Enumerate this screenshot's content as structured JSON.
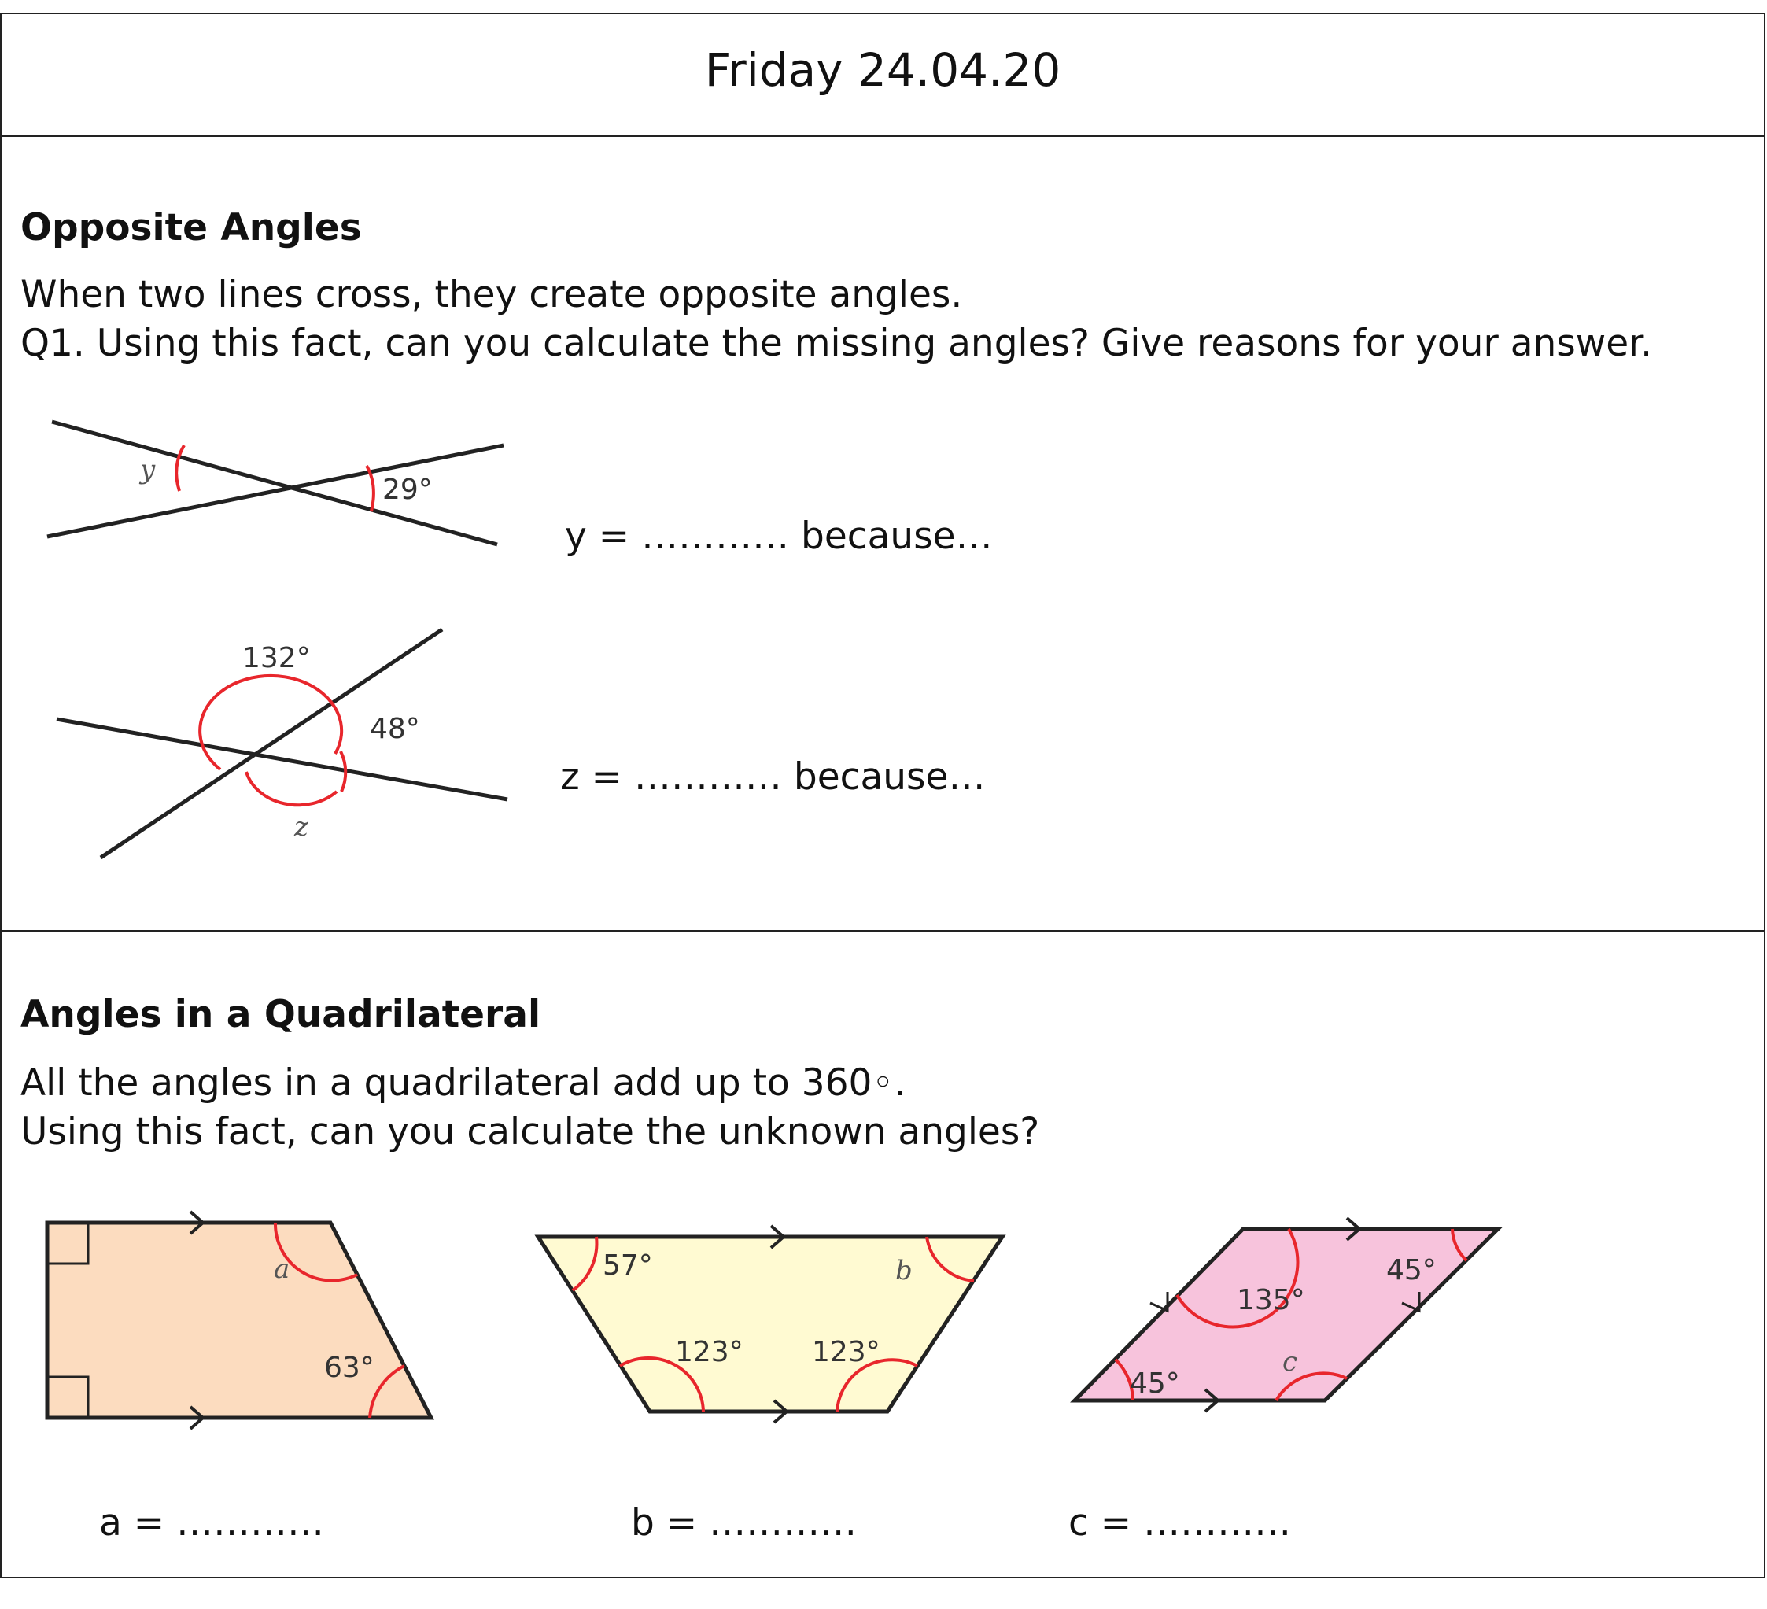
{
  "header": {
    "title": "Friday 24.04.20"
  },
  "opposite": {
    "heading": "Opposite Angles",
    "line1": "When two lines cross, they create opposite angles.",
    "line2": "Q1. Using this fact, can you calculate the missing angles?  Give reasons for your answer.",
    "fig1": {
      "var": "y",
      "angle": "29°"
    },
    "fig2": {
      "angle1": "132°",
      "angle2": "48°",
      "var": "z"
    },
    "answer_y": "y = ………… because…",
    "answer_z": "z = ………… because…"
  },
  "quad": {
    "heading": "Angles in a Quadrilateral",
    "line1": "All the angles in a quadrilateral add up to 360◦.",
    "line2": "Using this fact, can you calculate the unknown angles?",
    "shape_a": {
      "var": "a",
      "angle": "63°",
      "fill": "#fcdcbf"
    },
    "shape_b": {
      "angle1": "57°",
      "var": "b",
      "angle2": "123°",
      "angle3": "123°",
      "fill": "#fffad2"
    },
    "shape_c": {
      "angle1": "45°",
      "angle2": "135°",
      "var": "c",
      "angle3": "45°",
      "fill": "#f7c3dc"
    },
    "answer_a": "a = …………",
    "answer_b": "b = …………",
    "answer_c": "c = …………"
  },
  "colors": {
    "arc": "#e8262c",
    "line": "#222222"
  }
}
